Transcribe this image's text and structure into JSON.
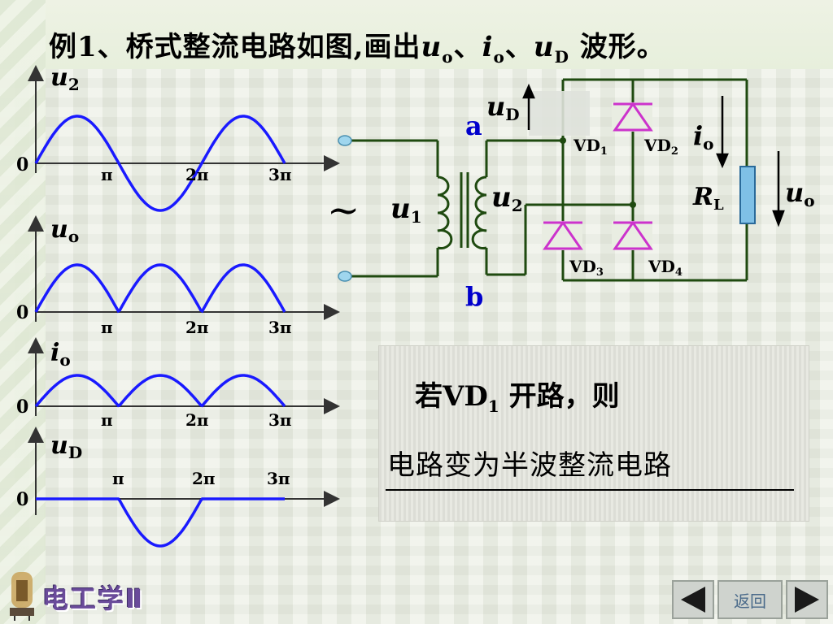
{
  "title": {
    "prefix": "例1、桥式整流电路如图,画出",
    "u": "u",
    "o": "o",
    "sep1": "、",
    "i": "i",
    "sep2": "、",
    "D": "D",
    "suffix": " 波形。"
  },
  "waveforms": {
    "zero": "0",
    "ticks": [
      "π",
      "2π",
      "3π"
    ],
    "plots": [
      {
        "sym": "u",
        "sub": "2",
        "shape": "sine"
      },
      {
        "sym": "u",
        "sub": "o",
        "shape": "fullwave"
      },
      {
        "sym": "i",
        "sub": "o",
        "shape": "fullwave-small"
      },
      {
        "sym": "u",
        "sub": "D",
        "shape": "negative-halfwave"
      }
    ],
    "color": "#1a1aff"
  },
  "circuit": {
    "tilde": "~",
    "u1": {
      "sym": "u",
      "sub": "1"
    },
    "u2": {
      "sym": "u",
      "sub": "2"
    },
    "uD": {
      "sym": "u",
      "sub": "D"
    },
    "io": {
      "sym": "i",
      "sub": "o"
    },
    "uo": {
      "sym": "u",
      "sub": "o"
    },
    "RL": {
      "sym": "R",
      "sub": "L"
    },
    "node_a": "a",
    "node_b": "b",
    "diodes": [
      {
        "name": "VD",
        "sub": "1"
      },
      {
        "name": "VD",
        "sub": "2"
      },
      {
        "name": "VD",
        "sub": "3"
      },
      {
        "name": "VD",
        "sub": "4"
      }
    ],
    "wire_color": "#1f4a10",
    "diode_color": "#cc33cc",
    "label_color": "#0000cc"
  },
  "note": {
    "line1_prefix": "若VD",
    "line1_sub": "1",
    "line1_suffix": " 开路，则",
    "line2": "电路变为半波整流电路"
  },
  "footer": {
    "logo_text": "电工学Ⅱ",
    "back_label": "返回"
  }
}
